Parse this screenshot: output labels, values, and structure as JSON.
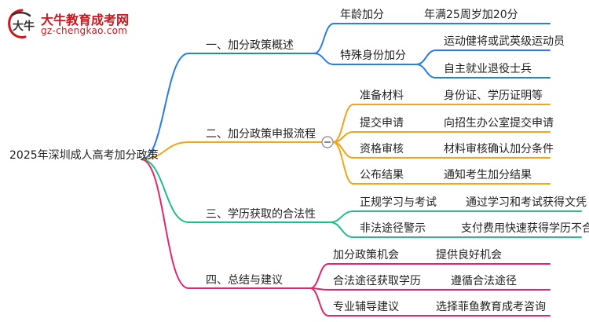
{
  "logo": {
    "name": "大牛教育成考网",
    "url": "gz-chengkao.com",
    "mark_text": "大牛"
  },
  "root": {
    "label": "2025年深圳成人高考加分政策"
  },
  "branches": [
    {
      "label": "一、加分政策概述",
      "color": "#2a7de1",
      "items": [
        {
          "label": "年龄加分",
          "detail": "年满25周岁加20分"
        },
        {
          "label": "特殊身份加分",
          "details": [
            "运动健将或武英级运动员",
            "自主就业退役士兵"
          ]
        }
      ]
    },
    {
      "label": "二、加分政策申报流程",
      "color": "#f2a516",
      "items": [
        {
          "label": "准备材料",
          "detail": "身份证、学历证明等"
        },
        {
          "label": "提交申请",
          "detail": "向招生办公室提交申请"
        },
        {
          "label": "资格审核",
          "detail": "材料审核确认加分条件"
        },
        {
          "label": "公布结果",
          "detail": "通知考生加分结果"
        }
      ]
    },
    {
      "label": "三、学历获取的合法性",
      "color": "#1fbf86",
      "items": [
        {
          "label": "正规学习与考试",
          "detail": "通过学习和考试获得文凭"
        },
        {
          "label": "非法途径警示",
          "detail": "支付费用快速获得学历不合法"
        }
      ]
    },
    {
      "label": "四、总结与建议",
      "color": "#e0256e",
      "items": [
        {
          "label": "加分政策机会",
          "detail": "提供良好机会"
        },
        {
          "label": "合法途径获取学历",
          "detail": "遵循合法途径"
        },
        {
          "label": "专业辅导建议",
          "detail": "选择菲鱼教育成考咨询"
        }
      ]
    }
  ],
  "collapse_symbol": "−"
}
